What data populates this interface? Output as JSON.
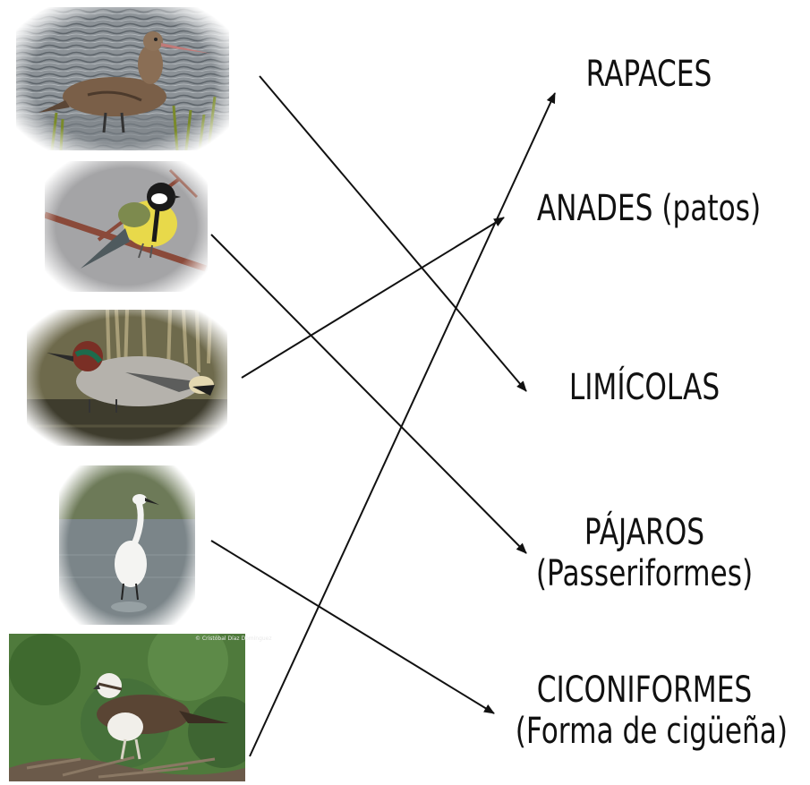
{
  "categories": {
    "rapaces": "RAPACES",
    "anades": "ANADES (patos)",
    "limicolas": "LIMÍCOLAS",
    "pajaros_line1": "PÁJAROS",
    "pajaros_line2": "(Passeriformes)",
    "ciconiformes_line1": "CICONIFORMES",
    "ciconiformes_line2": "(Forma de cigüeña)"
  },
  "photos": {
    "osprey_credit": "© Cristóbal Díaz Domínguez"
  },
  "connections": [
    {
      "from": "wader-photo",
      "to": "label-limicolas"
    },
    {
      "from": "tit-photo",
      "to": "label-pajaros"
    },
    {
      "from": "duck-photo",
      "to": "label-anades"
    },
    {
      "from": "egret-photo",
      "to": "label-ciconiformes"
    },
    {
      "from": "osprey-photo",
      "to": "label-rapaces"
    }
  ],
  "colors": {
    "line": "#111111",
    "text": "#111111"
  }
}
